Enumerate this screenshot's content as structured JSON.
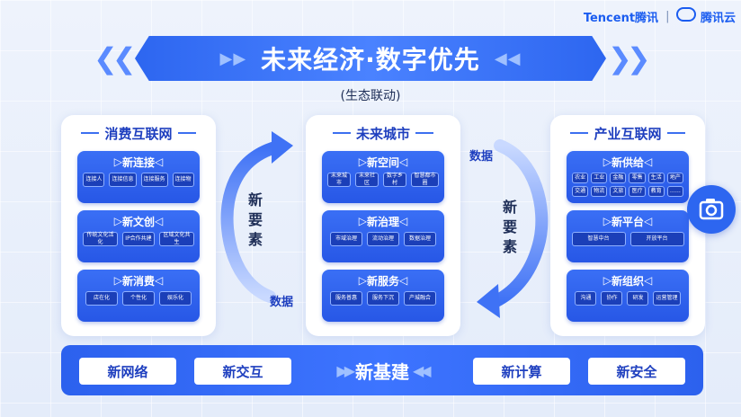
{
  "brand": {
    "tencent_en": "Tencent",
    "tencent_cn": "腾讯",
    "separator": "|",
    "cloud": "腾讯云"
  },
  "title": "未来经济·数字优先",
  "subtitle": "(生态联动)",
  "flow": {
    "label_top": "数据",
    "label_bottom": "数据",
    "left_word": [
      "新",
      "要",
      "素"
    ],
    "right_word": [
      "新",
      "要",
      "素"
    ]
  },
  "panels": [
    {
      "title": "消费互联网",
      "cards": [
        {
          "title": "新连接",
          "chips": [
            "连接人",
            "连接信息",
            "连接服务",
            "连接物"
          ]
        },
        {
          "title": "新文创",
          "chips": [
            "传统文化活化",
            "IP合作共建",
            "区域文化共生"
          ]
        },
        {
          "title": "新消费",
          "chips": [
            "店在化",
            "个性化",
            "娱乐化"
          ]
        }
      ]
    },
    {
      "title": "未来城市",
      "cards": [
        {
          "title": "新空间",
          "chips": [
            "未来城市",
            "未来社区",
            "数字乡村",
            "智慧都市圈"
          ]
        },
        {
          "title": "新治理",
          "chips": [
            "市域治理",
            "流动治理",
            "数据治理"
          ]
        },
        {
          "title": "新服务",
          "chips": [
            "服务普惠",
            "服务下沉",
            "产城融合"
          ]
        }
      ]
    },
    {
      "title": "产业互联网",
      "cards": [
        {
          "title": "新供给",
          "chips": [
            "农业",
            "工业",
            "金融",
            "零售",
            "生活",
            "地产",
            "交通",
            "物流",
            "文旅",
            "医疗",
            "教育",
            "……"
          ]
        },
        {
          "title": "新平台",
          "chips": [
            "智慧中台",
            "开放平台"
          ]
        },
        {
          "title": "新组织",
          "chips": [
            "沟通",
            "协作",
            "研发",
            "运营管理"
          ]
        }
      ]
    }
  ],
  "foundation": {
    "center": "新基建",
    "items": [
      "新网络",
      "新交互",
      "新计算",
      "新安全"
    ]
  },
  "icons": {
    "camera": "camera-icon"
  },
  "colors": {
    "primary": "#2d66f0",
    "dark_text": "#1e2e57",
    "panel_title": "#1e3fbf"
  }
}
